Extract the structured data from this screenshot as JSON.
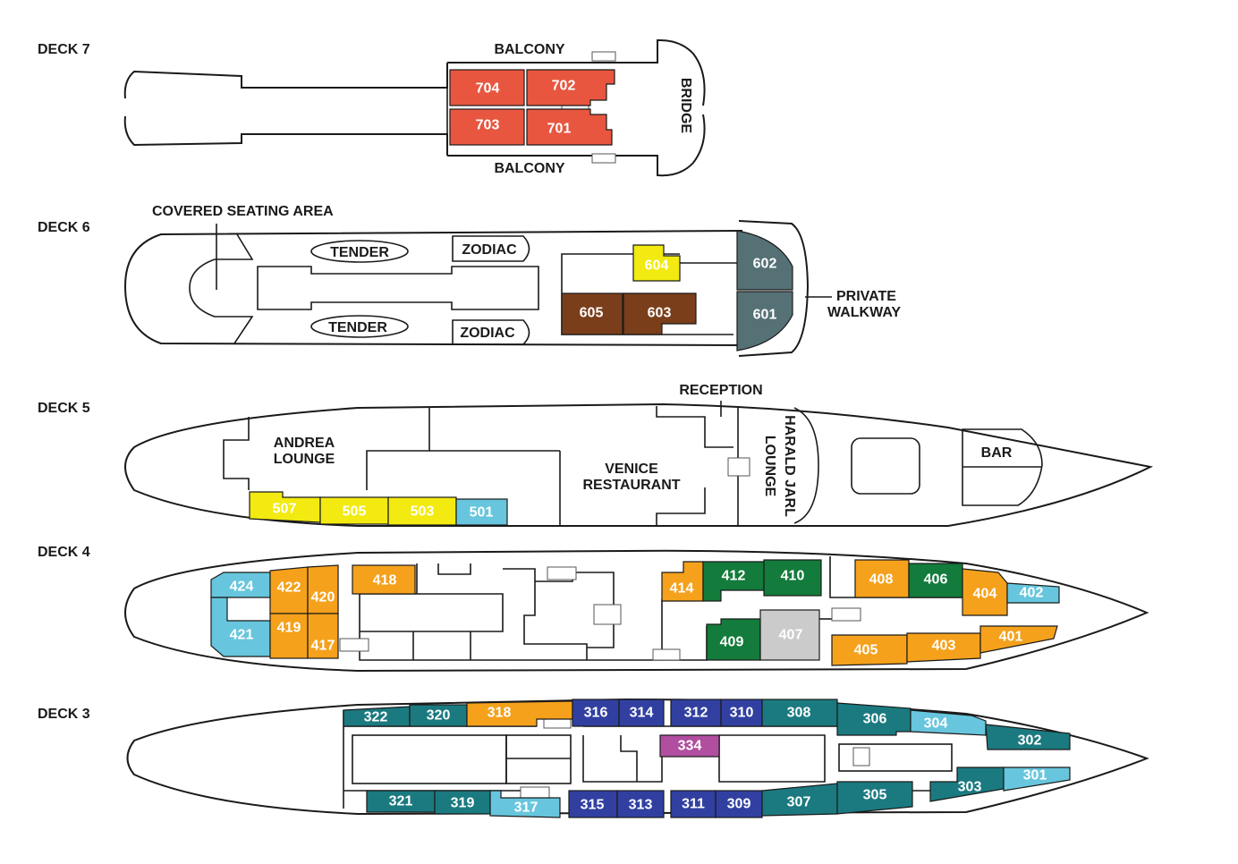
{
  "colors": {
    "deck7": "#e8563f",
    "brown": "#7a3e1a",
    "slate": "#557176",
    "yellow": "#f2ea10",
    "lightblue": "#67c6dd",
    "orange": "#f5a11c",
    "green": "#137b3b",
    "gray": "#cbcbcb",
    "teal": "#1b7a80",
    "navy": "#3140a0",
    "magenta": "#b14ea0"
  },
  "decks": {
    "d7": {
      "label": "DECK 7",
      "balcony_top": "BALCONY",
      "balcony_bottom": "BALCONY",
      "bridge": "BRIDGE",
      "cabins": {
        "c704": "704",
        "c702": "702",
        "c703": "703",
        "c701": "701"
      }
    },
    "d6": {
      "label": "DECK 6",
      "covered": "COVERED SEATING AREA",
      "tender1": "TENDER",
      "tender2": "TENDER",
      "zodiac1": "ZODIAC",
      "zodiac2": "ZODIAC",
      "walkway": [
        "PRIVATE",
        "WALKWAY"
      ],
      "cabins": {
        "c604": "604",
        "c602": "602",
        "c605": "605",
        "c603": "603",
        "c601": "601"
      }
    },
    "d5": {
      "label": "DECK 5",
      "reception": "RECEPTION",
      "andrea": [
        "ANDREA",
        "LOUNGE"
      ],
      "venice": [
        "VENICE",
        "RESTAURANT"
      ],
      "harald": [
        "HARALD JARL",
        "LOUNGE"
      ],
      "bar": "BAR",
      "cabins": {
        "c507": "507",
        "c505": "505",
        "c503": "503",
        "c501": "501"
      }
    },
    "d4": {
      "label": "DECK 4",
      "cabins": {
        "c424": "424",
        "c422": "422",
        "c420": "420",
        "c421": "421",
        "c419": "419",
        "c417": "417",
        "c418": "418",
        "c414": "414",
        "c412": "412",
        "c410": "410",
        "c409": "409",
        "c407": "407",
        "c408": "408",
        "c406": "406",
        "c404": "404",
        "c402": "402",
        "c405": "405",
        "c403": "403",
        "c401": "401"
      }
    },
    "d3": {
      "label": "DECK 3",
      "cabins": {
        "c322": "322",
        "c320": "320",
        "c318": "318",
        "c316": "316",
        "c314": "314",
        "c312": "312",
        "c310": "310",
        "c308": "308",
        "c306": "306",
        "c304": "304",
        "c302": "302",
        "c334": "334",
        "c321": "321",
        "c319": "319",
        "c317": "317",
        "c315": "315",
        "c313": "313",
        "c311": "311",
        "c309": "309",
        "c307": "307",
        "c305": "305",
        "c303": "303",
        "c301": "301"
      }
    }
  }
}
